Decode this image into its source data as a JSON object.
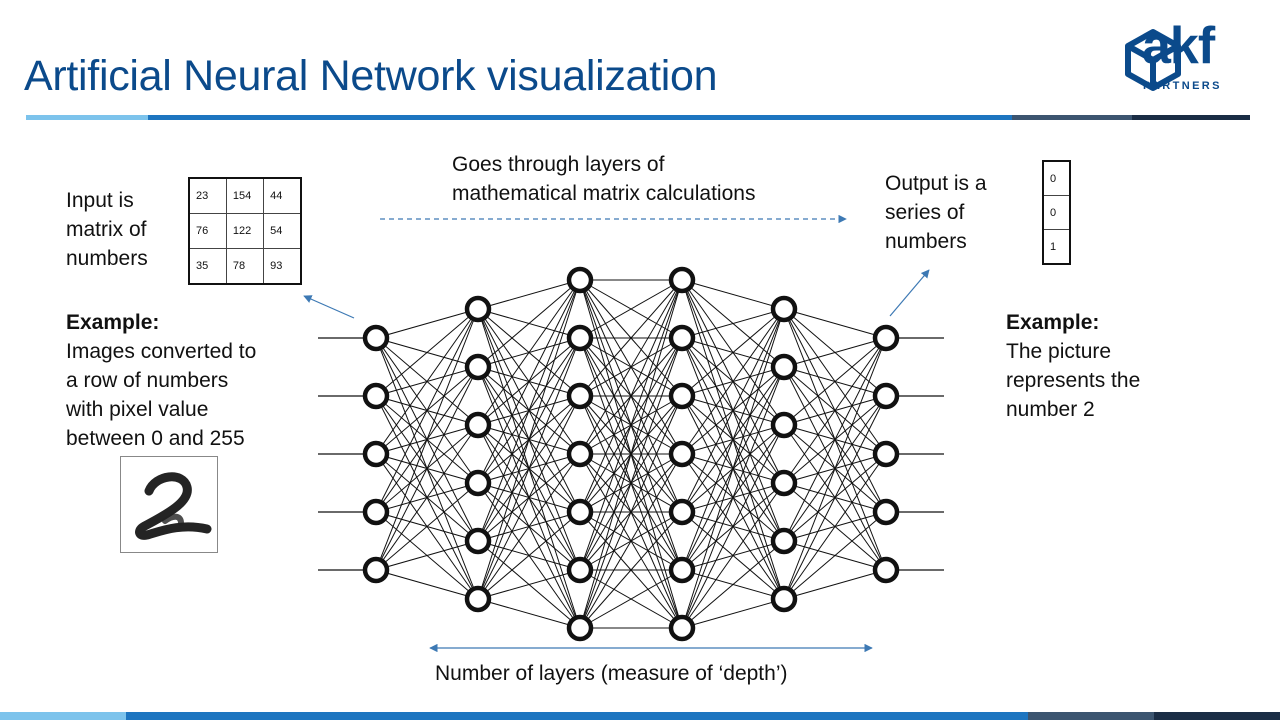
{
  "slide": {
    "title": "Artificial Neural Network visualization",
    "brand": {
      "name": "akf",
      "subtitle": "PARTNERS",
      "color": "#0b4a8b"
    },
    "colors": {
      "title": "#0b4a8b",
      "bar_light": "#7cc3ec",
      "bar_mid": "#1d75c0",
      "bar_dark": "#3c5570",
      "bar_navy": "#1a2d45",
      "arrow": "#3d79b4"
    }
  },
  "annotations": {
    "input_label": [
      "Input is",
      "matrix of",
      "numbers"
    ],
    "top_label": [
      "Goes through layers of",
      "mathematical matrix calculations"
    ],
    "output_label": [
      "Output is a",
      "series of",
      "numbers"
    ],
    "left_example": {
      "heading": "Example:",
      "lines": [
        "Images converted to",
        "a row of numbers",
        "with pixel value",
        "between 0 and 255"
      ]
    },
    "right_example": {
      "heading": "Example:",
      "lines": [
        "The picture",
        "represents the",
        "number 2"
      ]
    },
    "bottom_label": "Number of layers (measure of ‘depth’)"
  },
  "input_matrix": [
    [
      "23",
      "154",
      "44"
    ],
    [
      "76",
      "122",
      "54"
    ],
    [
      "35",
      "78",
      "93"
    ]
  ],
  "output_vector": [
    "0",
    "0",
    "1"
  ],
  "digit_image": {
    "depicts": "handwritten-digit-2"
  },
  "network": {
    "layer_sizes": [
      5,
      6,
      7,
      7,
      6,
      5
    ],
    "node_fill": "#ffffff",
    "node_stroke": "#111111"
  }
}
